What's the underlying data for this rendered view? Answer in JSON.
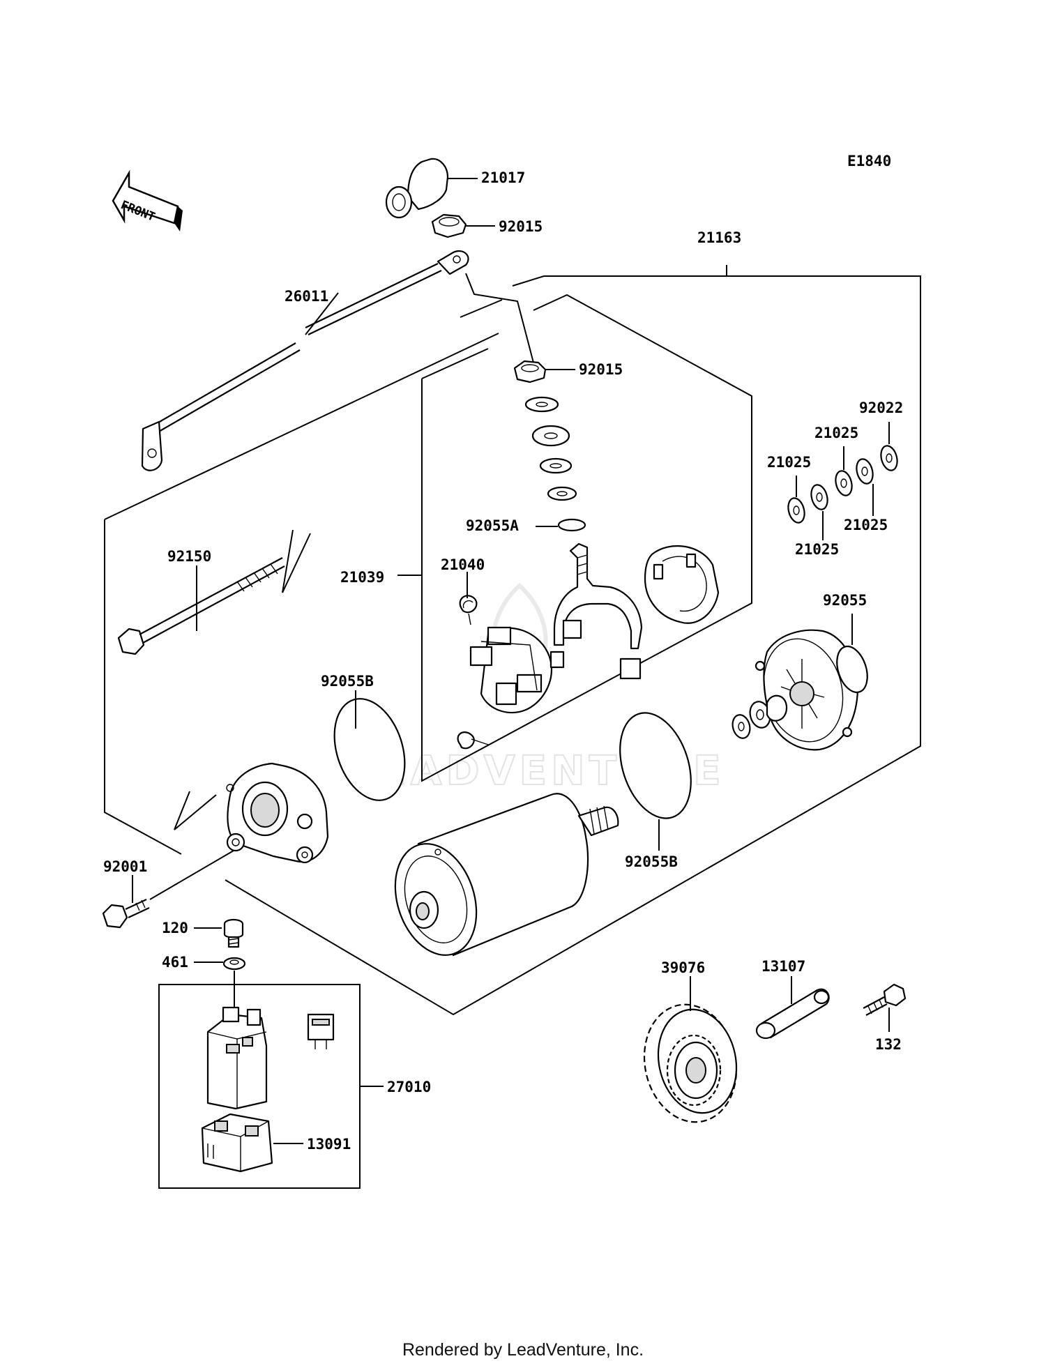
{
  "diagram_code": "E1840",
  "front_label": "FRONT",
  "watermark": "LEADVENTURE",
  "footer": "Rendered by LeadVenture, Inc.",
  "labels": {
    "l21017": "21017",
    "l92015a": "92015",
    "l26011": "26011",
    "l21163": "21163",
    "l92015b": "92015",
    "l92022": "92022",
    "l21025a": "21025",
    "l21025b": "21025",
    "l21025c": "21025",
    "l21025d": "21025",
    "l92055a": "92055A",
    "l92150": "92150",
    "l21040": "21040",
    "l21039": "21039",
    "l92055": "92055",
    "l92055b1": "92055B",
    "l92055b2": "92055B",
    "l92001": "92001",
    "l120": "120",
    "l461": "461",
    "l39076": "39076",
    "l13107": "13107",
    "l132": "132",
    "l27010": "27010",
    "l13091": "13091"
  }
}
